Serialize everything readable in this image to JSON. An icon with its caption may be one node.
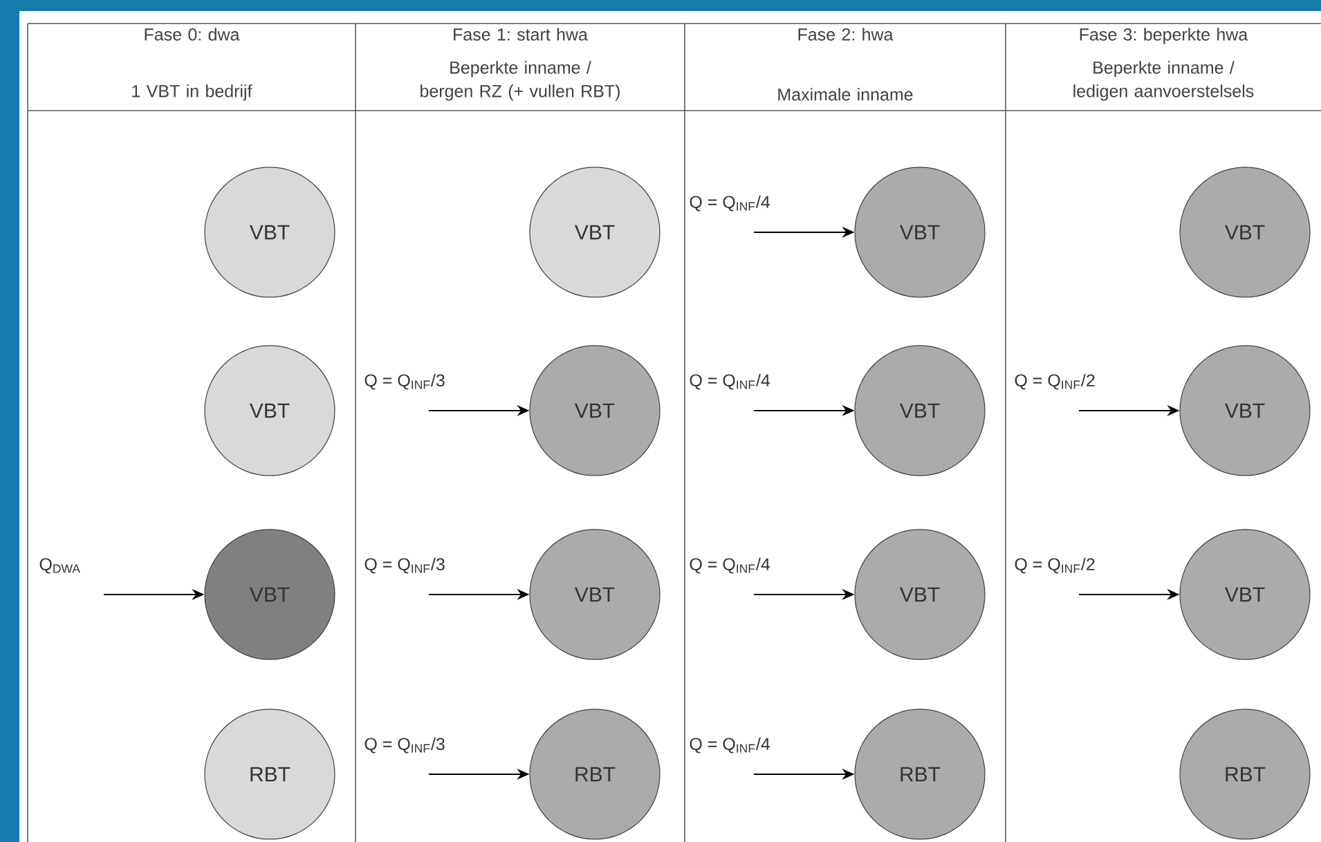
{
  "diagram": {
    "nodes": [
      {
        "text": [
          "VBT"
        ]
      },
      {
        "text": [
          "VBT"
        ]
      },
      {
        "text": [
          "VBT"
        ]
      },
      {
        "text": [
          "VBT"
        ]
      },
      {
        "text": [
          "VBT"
        ]
      },
      {
        "text": [
          "VBT"
        ]
      },
      {
        "text": [
          "VBT"
        ]
      },
      {
        "text": [
          "VBT"
        ]
      },
      {
        "text": [
          "VBT"
        ]
      },
      {
        "text": [
          "VBT"
        ]
      },
      {
        "text": [
          "VBT"
        ]
      },
      {
        "text": [
          "VBT"
        ]
      },
      {
        "text": [
          "RBT"
        ]
      },
      {
        "text": [
          "RBT"
        ]
      },
      {
        "text": [
          "RBT"
        ]
      },
      {
        "text": [
          "RBT"
        ]
      }
    ],
    "edges": [
      {
        "from": null,
        "to": 2,
        "arrow": "to",
        "label": "Q = Q$_{INF}$/4"
      },
      {
        "from": null,
        "to": 5,
        "arrow": "to",
        "label": "Q = Q$_{INF}$/3"
      },
      {
        "from": null,
        "to": 6,
        "arrow": "to",
        "label": "Q = Q$_{INF}$/4"
      },
      {
        "from": null,
        "to": 7,
        "arrow": "to",
        "label": "Q = Q$_{INF}$/2"
      },
      {
        "from": null,
        "to": 8,
        "arrow": "to",
        "label": "Q$_{DWA}$"
      },
      {
        "from": null,
        "to": 9,
        "arrow": "to",
        "label": "Q = Q$_{INF}$/3"
      },
      {
        "from": null,
        "to": 10,
        "arrow": "to",
        "label": "Q = Q$_{INF}$/4"
      },
      {
        "from": null,
        "to": 11,
        "arrow": "to",
        "label": "Q = Q$_{INF}$/2"
      },
      {
        "from": null,
        "to": 13,
        "arrow": "to",
        "label": "Q = Q$_{INF}$/3"
      },
      {
        "from": null,
        "to": 14,
        "arrow": "to",
        "label": "Q = Q$_{INF}$/4"
      }
    ],
    "labels": [
      "Fase 0: dwa",
      "1 VBT in bedrijf",
      "Fase 1: start hwa",
      "Beperkte inname / bergen RZ (+ vullen RBT)",
      "Fase 2: hwa",
      "Maximale inname",
      "Fase 3: beperkte hwa",
      "Beperkte inname / ledigen aanvoerstelsels"
    ]
  }
}
